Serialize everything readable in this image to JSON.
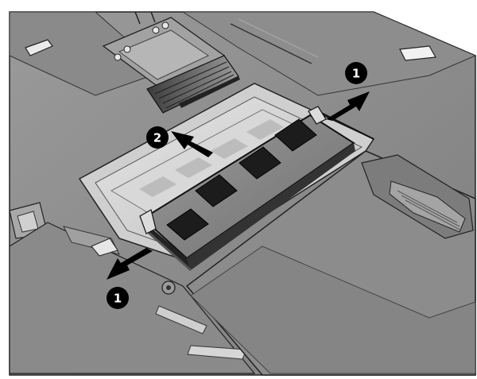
{
  "figure": {
    "subject": "laptop-memory-module-removal",
    "callouts": [
      {
        "id": "callout-1-top",
        "label": "1"
      },
      {
        "id": "callout-2",
        "label": "2"
      },
      {
        "id": "callout-1-bottom",
        "label": "1"
      }
    ],
    "colors": {
      "chassis": "#8f8f8f",
      "chassis_dark": "#5a5a5a",
      "outline": "#111111",
      "chip": "#1c1c1c",
      "arrow": "#000000",
      "callout_bg": "#000000",
      "callout_text": "#ffffff"
    }
  }
}
